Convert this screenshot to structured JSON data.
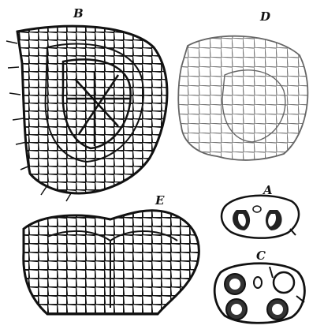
{
  "figure": {
    "panels": [
      {
        "id": "B",
        "label": "B"
      },
      {
        "id": "D",
        "label": "D"
      },
      {
        "id": "E",
        "label": "E"
      },
      {
        "id": "A",
        "label": "A"
      },
      {
        "id": "C",
        "label": "C"
      }
    ]
  },
  "colors": {
    "ink": "#111111",
    "faint_ink": "#666666",
    "background": "#ffffff"
  }
}
